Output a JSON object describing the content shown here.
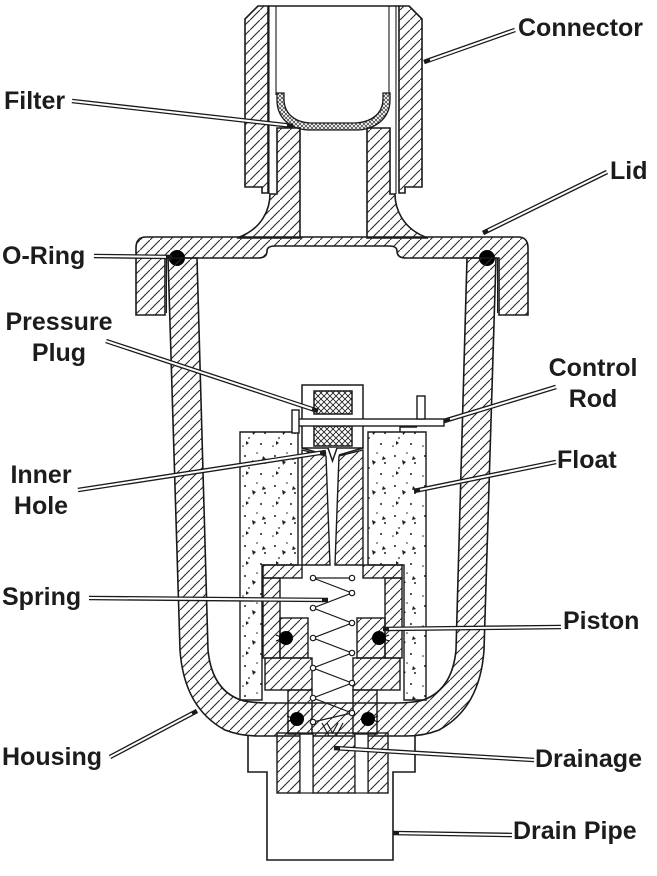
{
  "labels": {
    "connector": "Connector",
    "filter": "Filter",
    "lid": "Lid",
    "o_ring": "O-Ring",
    "pressure_plug": {
      "line1": "Pressure",
      "line2": "Plug"
    },
    "control_rod": {
      "line1": "Control",
      "line2": "Rod"
    },
    "inner_hole": {
      "line1": "Inner",
      "line2": "Hole"
    },
    "float": "Float",
    "spring": "Spring",
    "piston": "Piston",
    "housing": "Housing",
    "drainage": "Drainage",
    "drain_pipe": "Drain Pipe"
  },
  "colors": {
    "line": "#1a1a1a",
    "background": "#ffffff",
    "seal_dot": "#000000"
  }
}
